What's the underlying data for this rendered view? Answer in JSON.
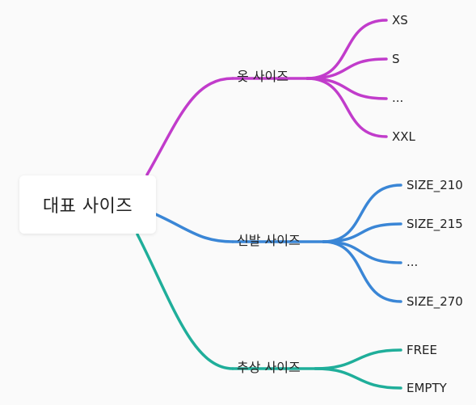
{
  "mindmap": {
    "root": {
      "label": "대표 사이즈"
    },
    "branches": [
      {
        "label": "옷 사이즈",
        "color": "#c13ccb",
        "children": [
          "XS",
          "S",
          "...",
          "XXL"
        ]
      },
      {
        "label": "신발 사이즈",
        "color": "#3a86d6",
        "children": [
          "SIZE_210",
          "SIZE_215",
          "...",
          "SIZE_270"
        ]
      },
      {
        "label": "추상 사이즈",
        "color": "#1fae9a",
        "children": [
          "FREE",
          "EMPTY"
        ]
      }
    ]
  }
}
